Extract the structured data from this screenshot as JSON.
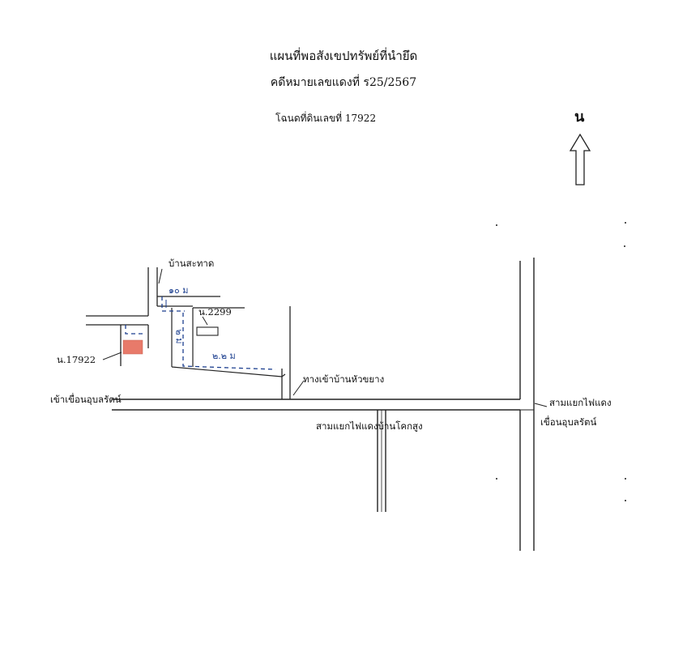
{
  "header": {
    "title": "แผนที่พอสังเขปทรัพย์ที่นำยึด",
    "case_no": "คดีหมายเลขแดงที่ ร25/2567",
    "deed": "โฉนดที่ดินเลขที่ 17922"
  },
  "compass": {
    "letter": "น"
  },
  "labels": {
    "ban_sathat": "บ้านสะทาด",
    "plot_2299": "น.2299",
    "plot_17922": "น.17922",
    "road_to_huay_yang": "ทางเข้าบ้านหัวขยาง",
    "road_ubolrat_dam": "เข้าเขื่อนอุบลรัตน์",
    "junction_ban_khok_sung": "สามแยกไฟแดงบ้านโคกสูง",
    "junction_line1": "สามแยกไฟแดง",
    "junction_line2": "เขื่อนอุบลรัตน์"
  },
  "measurements": {
    "top": "๑๐ ม",
    "side": "๒ ม",
    "bottom": "๒.๒ ม"
  },
  "colors": {
    "highlight_parcel": "#e87a6a",
    "handwriting": "#1c3f8f"
  }
}
